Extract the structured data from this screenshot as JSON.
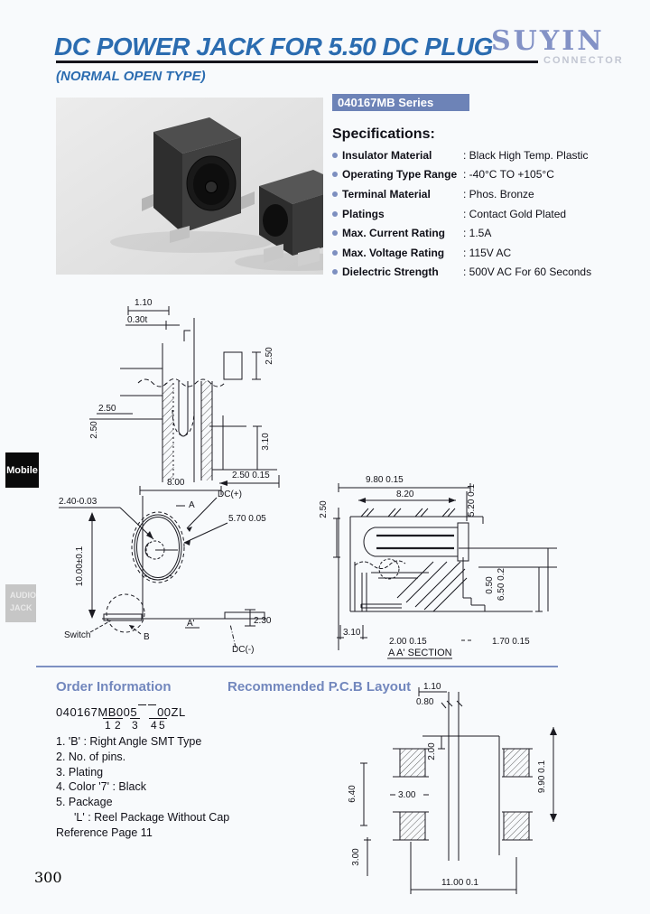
{
  "page": {
    "title": "DC POWER JACK FOR 5.50 DC PLUG",
    "subtitle": "(NORMAL OPEN TYPE)",
    "page_number": "300"
  },
  "brand": {
    "name": "SUYIN",
    "tagline": "CONNECTOR"
  },
  "colors": {
    "title_blue": "#2b6cb0",
    "logo_periwinkle": "#8392c6",
    "logo_sub_gray": "#c2c6d2",
    "banner_blue": "#6d83b7",
    "section_heading_blue": "#7287bd",
    "divider_blue": "#7d90c2",
    "tab_mobile_bg": "#0a0a0a",
    "tab_audio_bg": "#c6c6c6"
  },
  "series": {
    "label": "040167MB Series"
  },
  "specs": {
    "heading": "Specifications:",
    "items": [
      {
        "label": "Insulator Material",
        "value": ": Black High Temp. Plastic"
      },
      {
        "label": "Operating Type Range",
        "value": ": -40°C TO +105°C"
      },
      {
        "label": "Terminal Material",
        "value": ": Phos. Bronze"
      },
      {
        "label": "Platings",
        "value": ": Contact Gold Plated"
      },
      {
        "label": "Max. Current Rating",
        "value": ": 1.5A"
      },
      {
        "label": "Max. Voltage Rating",
        "value": ": 115V AC"
      },
      {
        "label": "Dielectric Strength",
        "value": ": 500V AC For 60 Seconds"
      }
    ]
  },
  "sidebar": {
    "tabs": [
      {
        "label": "Mobile"
      },
      {
        "label": "AUDIO JACK"
      }
    ]
  },
  "drawings": {
    "top": [
      "1.10",
      "0.30t",
      "2.50",
      "2.50",
      "2.50",
      "3.10",
      "2.50 0.15"
    ],
    "front": [
      "8.00",
      "2.40-0.03",
      "DC(+)",
      "A",
      "5.70 0.05",
      "10.00±0.1",
      "Switch",
      "B",
      "A'",
      "2.30",
      "DC(-)"
    ],
    "section": [
      "9.80 0.15",
      "8.20",
      "5.20 0.1",
      "2.50",
      "0.50",
      "6.50 0.2",
      "3.10",
      "2.00 0.15",
      "1.70 0.15",
      "A A' SECTION"
    ],
    "pcb": [
      "1.10",
      "0.80",
      "2.00",
      "6.40",
      "3.00",
      "3.00",
      "9.90 0.1",
      "11.00 0.1"
    ]
  },
  "order": {
    "heading": "Order Information",
    "code_prefix": "040167MB005",
    "code_suffix": "00ZL",
    "digits": [
      "1",
      "2",
      "3",
      "4",
      "5"
    ],
    "items": [
      "1. 'B' : Right Angle SMT Type",
      "2. No. of pins.",
      "3. Plating",
      "4. Color  '7' : Black",
      "5. Package",
      "'L' : Reel Package Without Cap",
      "Reference Page 11"
    ]
  },
  "pcb": {
    "heading": "Recommended P.C.B Layout"
  }
}
